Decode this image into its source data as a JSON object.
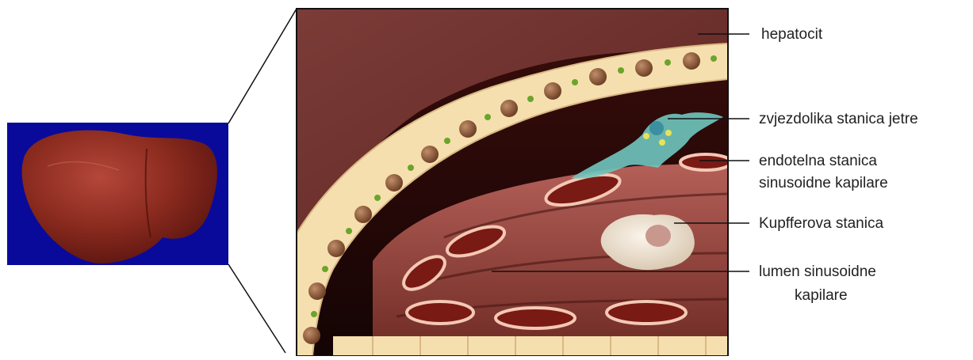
{
  "labels": {
    "hepatocyte": "hepatocit",
    "stellate": "zvjezdolika stanica jetre",
    "endothelial_line1": "endotelna stanica",
    "endothelial_line2": "sinusoidne kapilare",
    "kupffer": "Kupfferova stanica",
    "lumen_line1": "lumen sinusoidne",
    "lumen_line2": "kapilare"
  },
  "colors": {
    "photo_background": "#0a0a9a",
    "liver_tissue": "#8a2a1e",
    "hepatocyte_cytoplasm": "#f6dfae",
    "hepatocyte_nucleus": "#8a5a3a",
    "bile_canaliculus": "#6aa52a",
    "sinusoid_endothelium": "#f4c8b4",
    "sinusoid_lumen": "#7a1a14",
    "stellate_cell": "#6fc7c0",
    "kupffer_cell": "#e8dccb",
    "leader_line": "#111111"
  },
  "icons": [
    "liver-photo",
    "zoom-lines",
    "liver-lobule-illustration"
  ]
}
